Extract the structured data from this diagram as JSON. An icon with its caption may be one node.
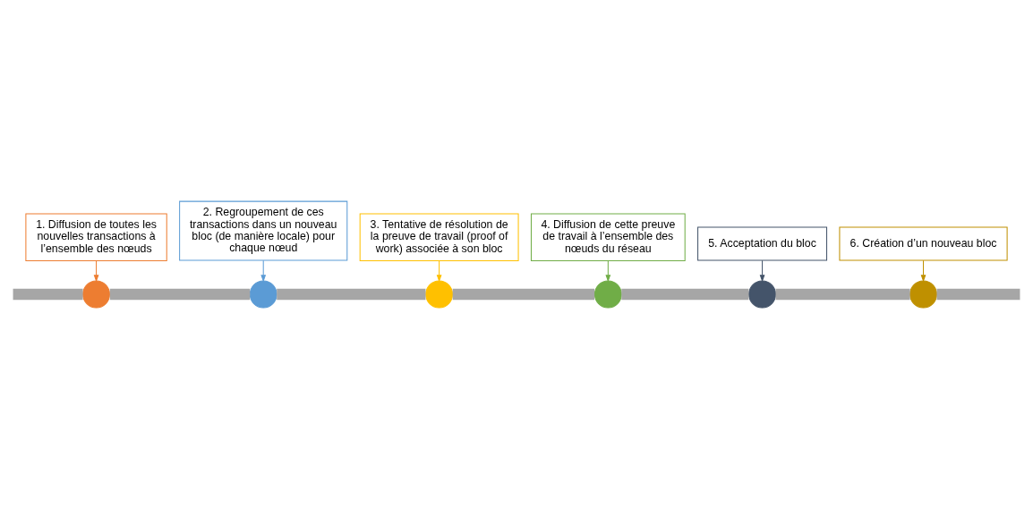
{
  "diagram": {
    "nodes": [
      {
        "text": [
          "1. Diffusion de toutes les nouvelles transactions à l’ensemble des nœuds"
        ]
      },
      {
        "text": [],
        "shape": "circle"
      },
      {
        "text": [],
        "shape": "circle"
      },
      {
        "text": [
          "2. Regroupement de ces transactions dans un nouveau bloc (de manière locale) pour chaque nœud"
        ]
      },
      {
        "text": [],
        "shape": "circle"
      },
      {
        "text": [
          "3. Tentative de résolution de la preuve de travail (proof of work) associée à son bloc"
        ]
      },
      {
        "text": [
          "4. Diffusion de cette preuve de travail à l’ensemble des nœuds du réseau"
        ]
      },
      {
        "text": [],
        "shape": "circle"
      },
      {
        "text": [
          "5. Acceptation du bloc"
        ]
      },
      {
        "text": [],
        "shape": "circle"
      },
      {
        "text": [],
        "shape": "circle"
      },
      {
        "text": [
          "6. Création d’un nouveau bloc"
        ]
      }
    ],
    "edges": [
      {
        "from": null,
        "to": 1,
        "arrow": "none"
      },
      {
        "from": 1,
        "to": 2,
        "arrow": "none"
      },
      {
        "from": 2,
        "to": 4,
        "arrow": "none"
      },
      {
        "from": 4,
        "to": 7,
        "arrow": "none"
      },
      {
        "from": 7,
        "to": 9,
        "arrow": "none"
      },
      {
        "from": 9,
        "to": 10,
        "arrow": "none"
      },
      {
        "from": 10,
        "to": null,
        "arrow": "none"
      },
      {
        "from": 0,
        "to": 1,
        "arrow": "to",
        "color": "#ed7d31"
      },
      {
        "from": 3,
        "to": 2,
        "arrow": "to",
        "color": "#5b9bd5"
      },
      {
        "from": 5,
        "to": 4,
        "arrow": "to",
        "color": "#ffc000"
      },
      {
        "from": 6,
        "to": 7,
        "arrow": "to",
        "color": "#70ad47"
      },
      {
        "from": 8,
        "to": 9,
        "arrow": "to",
        "color": "#44546a"
      },
      {
        "from": 11,
        "to": 10,
        "arrow": "to",
        "color": "#bf9000"
      }
    ]
  }
}
